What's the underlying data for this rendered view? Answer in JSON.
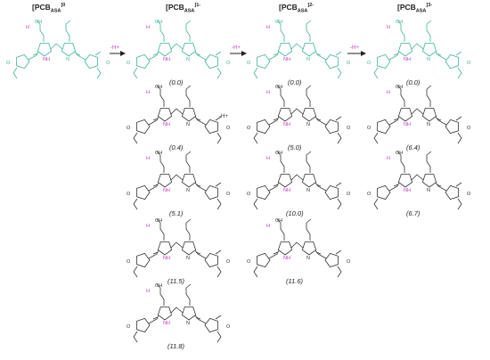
{
  "headers": [
    {
      "base": "[PCB",
      "sub": "ASA",
      "sup": "]0"
    },
    {
      "base": "[PCB",
      "sub": "ASA",
      "sup": "]1-"
    },
    {
      "base": "[PCB",
      "sub": "ASA",
      "sup": "]2-"
    },
    {
      "base": "[PCB",
      "sub": "ASA",
      "sup": "]3-"
    }
  ],
  "arrows": [
    "-H+",
    "-H+",
    "-H+"
  ],
  "side_label": "-H+",
  "energies": {
    "col1": [
      "(0.0)",
      "(0.4)",
      "(5.1)",
      "(11.5)",
      "(11.8)"
    ],
    "col2": [
      "(0.0)",
      "(5.0)",
      "(10.0)",
      "(11.6)"
    ],
    "col3": [
      "(0.0)",
      "(6.4)",
      "(6.7)"
    ]
  },
  "atom_labels": {
    "nh": "NH",
    "n": "N",
    "o": "O",
    "h": "H",
    "oh": "OH"
  },
  "colors": {
    "teal": "#3fb398",
    "black": "#333333",
    "magenta": "#c23cc2"
  }
}
